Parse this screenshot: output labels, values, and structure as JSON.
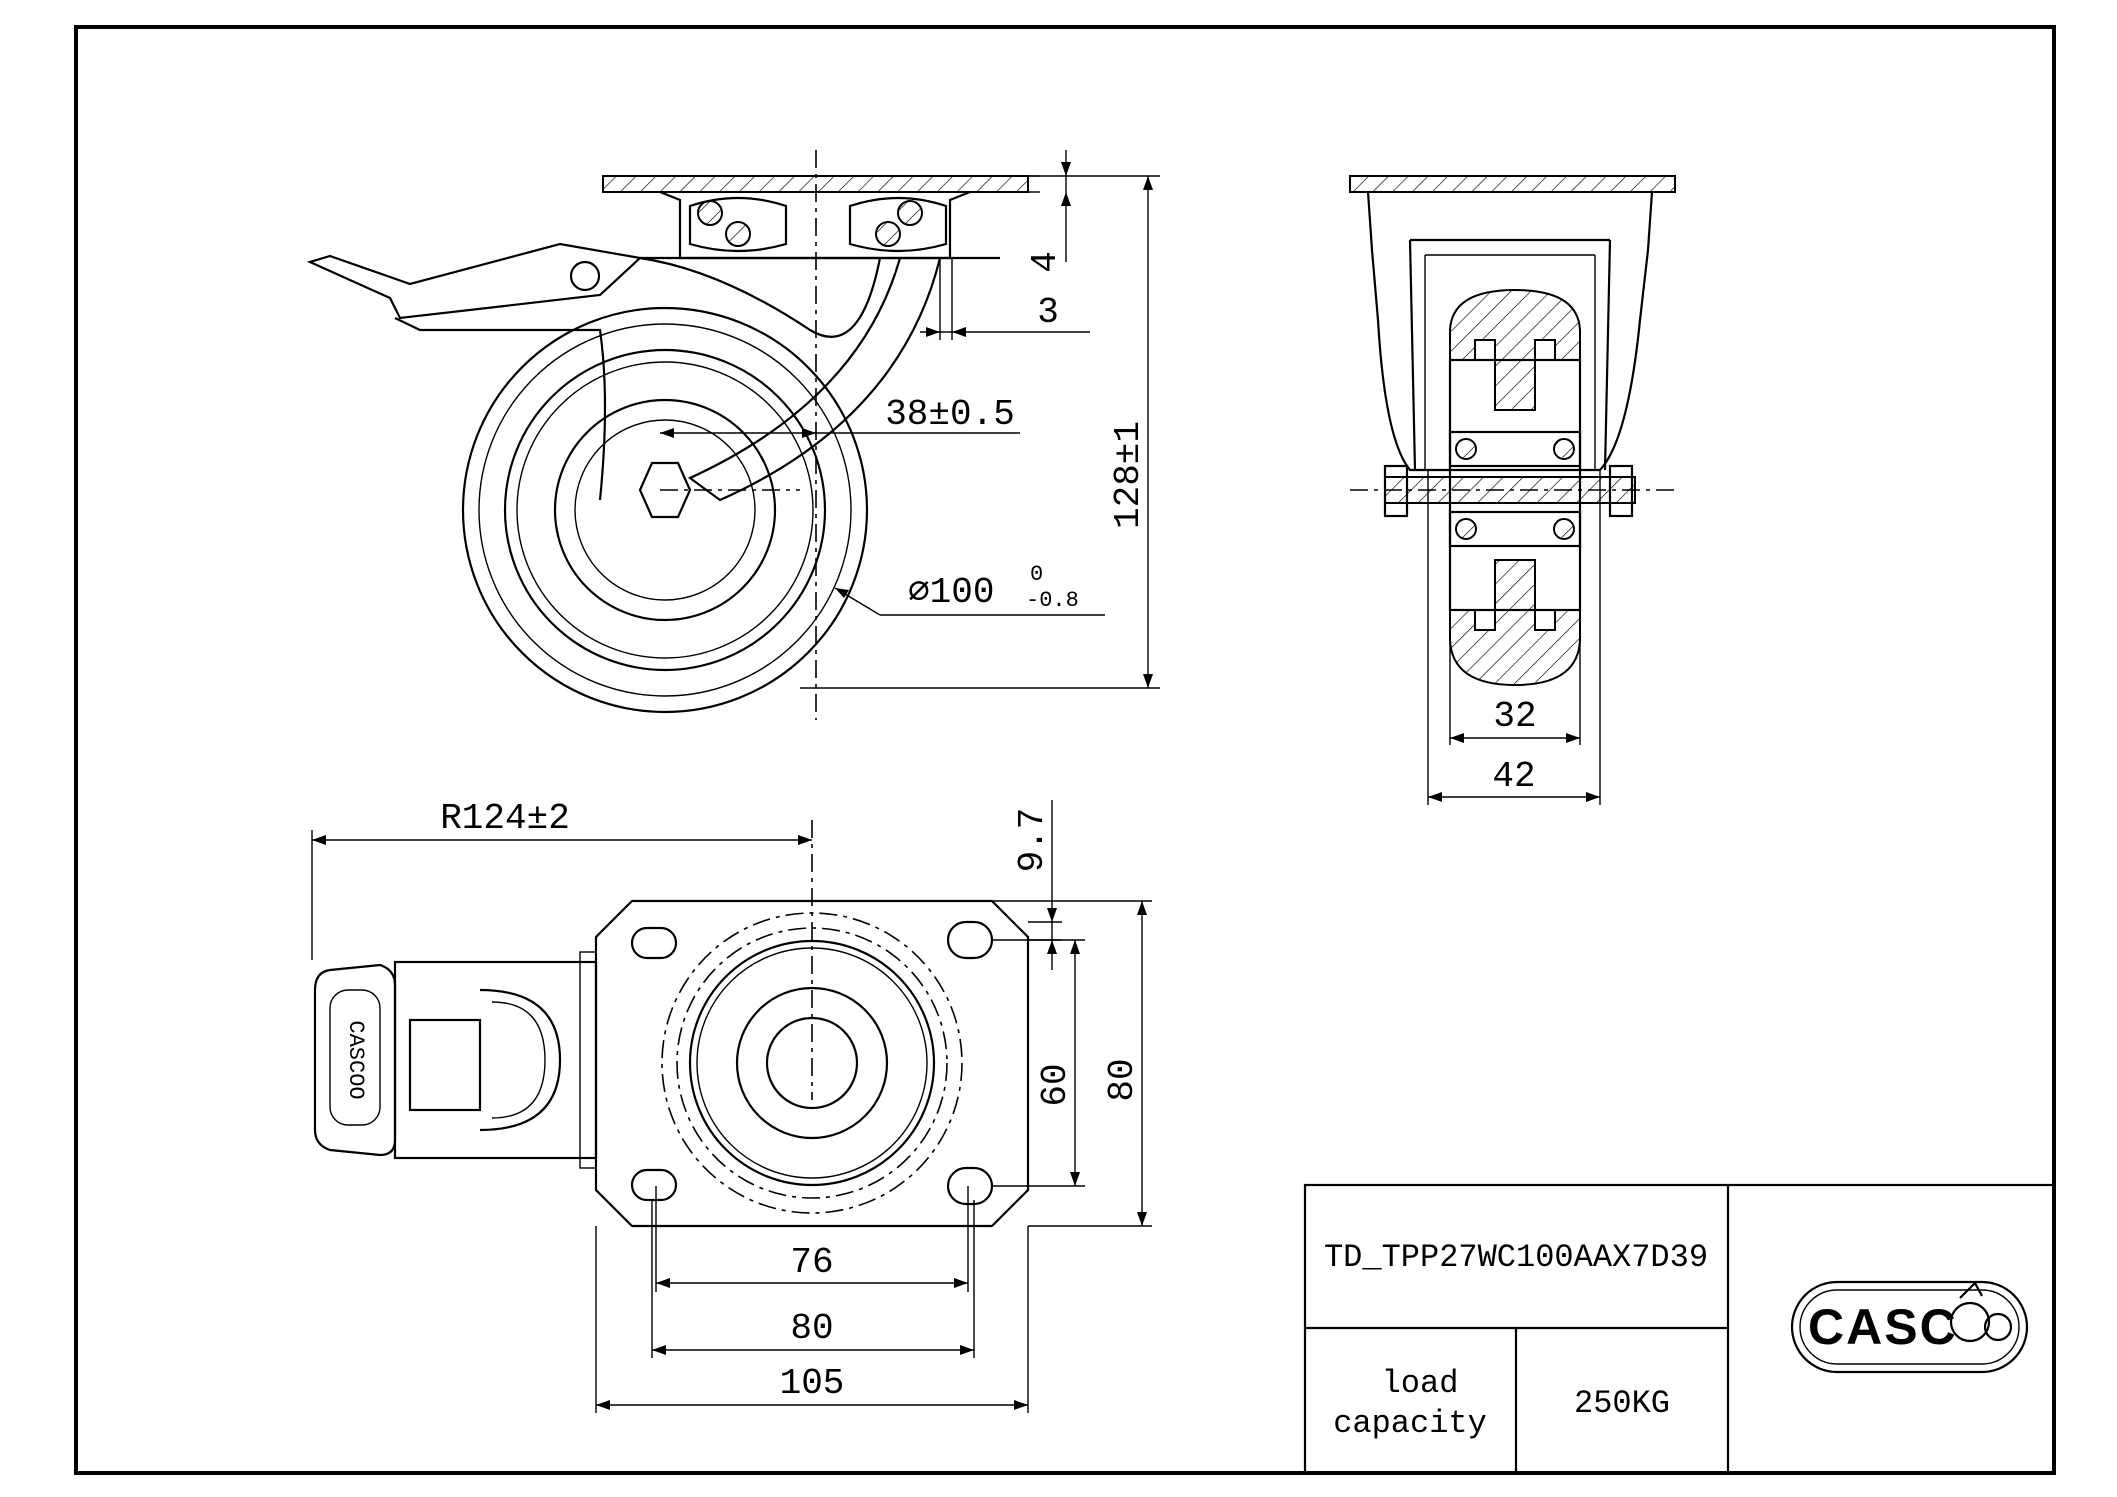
{
  "drawing": {
    "part_number": "TD_TPP27WC100AAX7D39",
    "load_capacity_label": "load\ncapacity",
    "load_capacity_line1": "load",
    "load_capacity_line2": "capacity",
    "load_capacity_value": "250KG",
    "logo_text": "CASC",
    "logo_mark": "wheel-logo-icon"
  },
  "side_view": {
    "dim_4": "4",
    "dim_3": "3",
    "dim_offset": "38±0.5",
    "dim_height": "128±1",
    "dim_diameter": "∅100",
    "dim_diameter_tol_upper": "0",
    "dim_diameter_tol_lower": "-0.8"
  },
  "front_view": {
    "dim_32": "32",
    "dim_42": "42"
  },
  "top_view": {
    "dim_radius": "R124±2",
    "dim_9_7": "9.7",
    "dim_60": "60",
    "dim_80_vertical": "80",
    "dim_76": "76",
    "dim_80_horizontal": "80",
    "dim_105": "105",
    "brake_pedal_logo": "CASCOO"
  }
}
